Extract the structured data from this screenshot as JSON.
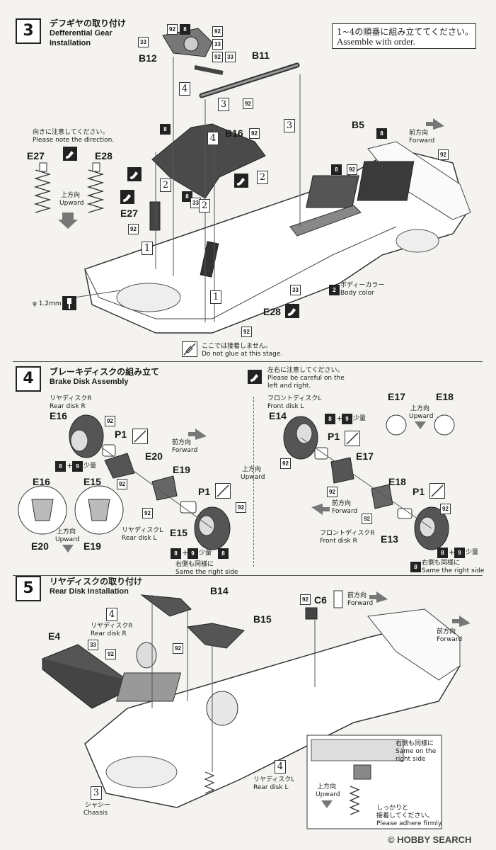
{
  "step3": {
    "num": "3",
    "title_jp": "デフギヤの取り付け",
    "title_en_line1": "Defferential Gear",
    "title_en_line2": "Installation",
    "note_jp": "1~4の順番に組み立ててください。",
    "note_en": "Assemble with order.",
    "direction_jp": "向きに注意してください。",
    "direction_en": "Please note the direction.",
    "upward_jp": "上方向",
    "upward_en": "Upward",
    "forward_jp": "前方向",
    "forward_en": "Forward",
    "bodycolor_jp": "ボディーカラー",
    "bodycolor_en": "Body color",
    "drill": "φ 1.2mm",
    "noglue_jp": "ここでは接着しません。",
    "noglue_en": "Do not glue at this stage.",
    "parts": [
      "B12",
      "B11",
      "B16",
      "B5",
      "E27",
      "E28",
      "E27",
      "E28"
    ],
    "nums": [
      "92",
      "8",
      "33",
      "92",
      "33",
      "92",
      "33",
      "92",
      "8",
      "92",
      "8",
      "92",
      "8",
      "92",
      "33",
      "92",
      "2",
      "8",
      "92",
      "33"
    ],
    "order": [
      "1",
      "2",
      "3",
      "4"
    ]
  },
  "step4": {
    "num": "4",
    "title_jp": "ブレーキディスクの組み立て",
    "title_en": "Brake Disk Assembly",
    "rear_r_jp": "リヤディスクR",
    "rear_r_en": "Rear disk R",
    "rear_l_jp": "リヤディスクL",
    "rear_l_en": "Rear disk L",
    "front_l_jp": "フロントディスクL",
    "front_l_en": "Front disk L",
    "front_r_jp": "フロントディスクR",
    "front_r_en": "Front disk R",
    "careful_jp": "左右に注意してください。",
    "careful_en1": "Please be careful on the",
    "careful_en2": "left and right.",
    "small_amount": "少量",
    "same_jp": "右側も同様に",
    "same_en": "Same the right side",
    "upward_jp": "上方向",
    "upward_en": "Upward",
    "forward_jp": "前方向",
    "forward_en": "Forward",
    "parts": [
      "E16",
      "P1",
      "E20",
      "E19",
      "P1",
      "E15",
      "E16",
      "E15",
      "E20",
      "E19",
      "E14",
      "P1",
      "E17",
      "E18",
      "P1",
      "E13",
      "E17",
      "E18"
    ],
    "plus": "+"
  },
  "step5": {
    "num": "5",
    "title_jp": "リヤディスクの取り付け",
    "title_en": "Rear Disk Installation",
    "parts": [
      "B14",
      "B15",
      "C6",
      "E4"
    ],
    "rear_r_jp": "リヤディスクR",
    "rear_r_en": "Rear disk R",
    "rear_l_jp": "リヤディスクL",
    "rear_l_en": "Rear disk L",
    "chassis_jp": "シャシー",
    "chassis_en": "Chassis",
    "forward_jp": "前方向",
    "forward_en": "Forward",
    "upward_jp": "上方向",
    "upward_en": "Upward",
    "same_jp": "右側も同様に",
    "same_en1": "Same on the",
    "same_en2": "right side",
    "adhere_jp1": "しっかりと",
    "adhere_jp2": "接着してください。",
    "adhere_en": "Please adhere firmly.",
    "refs": [
      "4",
      "4",
      "3"
    ]
  },
  "watermark": "HOBBY SEARCH",
  "copyright": "©"
}
